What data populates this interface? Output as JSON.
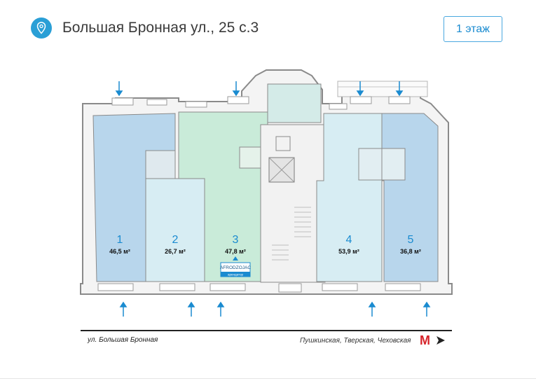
{
  "header": {
    "title": "Большая Бронная ул., 25 с.3",
    "floor_button": "1 этаж"
  },
  "colors": {
    "accent": "#2a9fd6",
    "unit_blue": "#b8d6ec",
    "unit_light": "#d7edf3",
    "unit_green": "#c9ebd9",
    "core_teal": "#d4ebe8",
    "walls": "#8a8a8a",
    "metro_red": "#d6232a"
  },
  "units": [
    {
      "number": "1",
      "area": "46,5 м²"
    },
    {
      "number": "2",
      "area": "26,7 м²"
    },
    {
      "number": "3",
      "area": "47,8 м²"
    },
    {
      "number": "4",
      "area": "53,9 м²"
    },
    {
      "number": "5",
      "area": "36,8 м²"
    }
  ],
  "tenant_badge": {
    "name": "AFRODZOJAC",
    "status": "арендатор"
  },
  "footer": {
    "street": "ул. Большая Бронная",
    "metro_stations": "Пушкинская, Тверская, Чеховская",
    "metro_logo": "М"
  },
  "icons": {
    "location": "location-pin-icon",
    "metro": "metro-logo-icon",
    "direction": "arrow-right-icon",
    "entrance": "entrance-arrow-icon"
  }
}
